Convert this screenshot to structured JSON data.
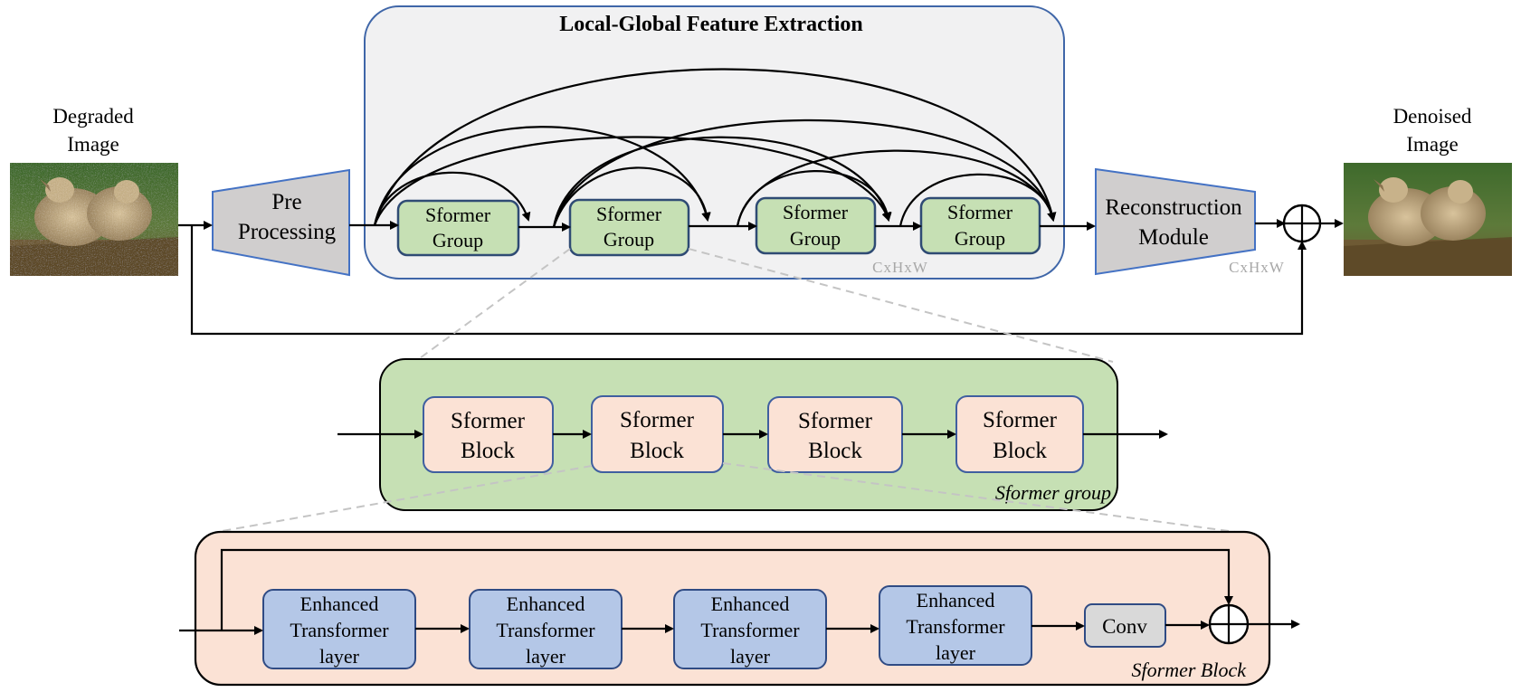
{
  "inputs": {
    "degraded": {
      "line1": "Degraded",
      "line2": "Image"
    },
    "denoised": {
      "line1": "Denoised",
      "line2": "Image"
    }
  },
  "pre_processing": {
    "line1": "Pre",
    "line2": "Processing"
  },
  "feature_extraction": {
    "title": "Local-Global Feature Extraction",
    "groups": [
      {
        "line1": "Sformer",
        "line2": "Group"
      },
      {
        "line1": "Sformer",
        "line2": "Group"
      },
      {
        "line1": "Sformer",
        "line2": "Group"
      },
      {
        "line1": "Sformer",
        "line2": "Group"
      }
    ],
    "dim_label": "CxHxW"
  },
  "reconstruction": {
    "line1": "Reconstruction",
    "line2": "Module",
    "dim_label": "CxHxW"
  },
  "sformer_group": {
    "label": "Sformer group",
    "blocks": [
      {
        "line1": "Sformer",
        "line2": "Block"
      },
      {
        "line1": "Sformer",
        "line2": "Block"
      },
      {
        "line1": "Sformer",
        "line2": "Block"
      },
      {
        "line1": "Sformer",
        "line2": "Block"
      }
    ]
  },
  "sformer_block": {
    "label": "Sformer Block",
    "layers": [
      {
        "line1": "Enhanced",
        "line2": "Transformer",
        "line3": "layer"
      },
      {
        "line1": "Enhanced",
        "line2": "Transformer",
        "line3": "layer"
      },
      {
        "line1": "Enhanced",
        "line2": "Transformer",
        "line3": "layer"
      },
      {
        "line1": "Enhanced",
        "line2": "Transformer",
        "line3": "layer"
      }
    ],
    "conv": "Conv"
  },
  "colors": {
    "extraction_bg": "#f1f1f2",
    "extraction_border": "#3f66a8",
    "group_fill": "#c6e0b4",
    "group_border": "#2f4b74",
    "block_fill": "#fbe2d5",
    "block_border": "#3f5fa0",
    "layer_fill": "#b4c7e7",
    "layer_border": "#2f4b84",
    "module_fill": "#d0cece",
    "module_border": "#4472c4",
    "conv_fill": "#d9d9d9"
  }
}
